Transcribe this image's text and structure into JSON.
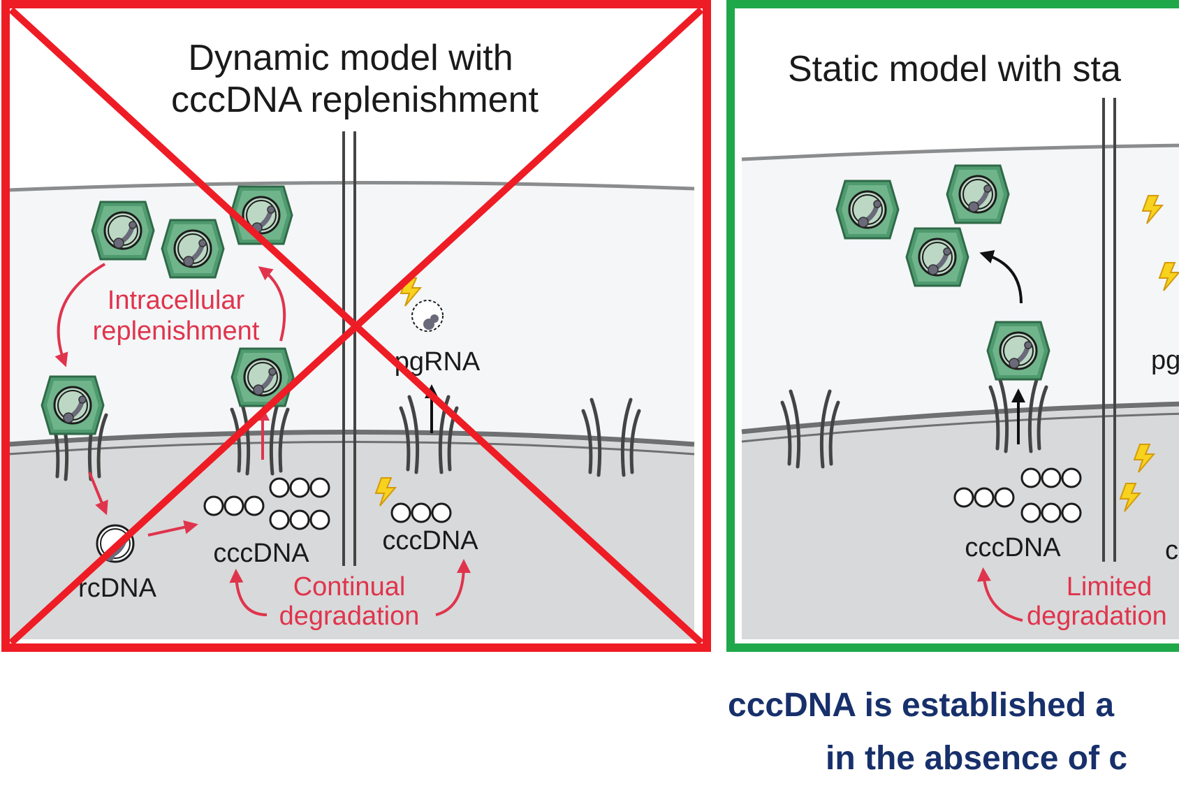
{
  "left_panel": {
    "title_line1": "Dynamic model with",
    "title_line2": "cccDNA replenishment",
    "label_intracellular": "Intracellular",
    "label_replenishment": "replenishment",
    "label_pgrna": "pgRNA",
    "label_cccdna_a": "cccDNA",
    "label_cccdna_b": "cccDNA",
    "label_rcdna": "rcDNA",
    "label_continual": "Continual",
    "label_degradation": "degradation",
    "frame_color": "#ee1c25",
    "crossed_out": true
  },
  "right_panel": {
    "title": "Static model with sta",
    "label_pgrna": "pg",
    "label_cccdna": "cccDNA",
    "label_cccdna_cut": "c",
    "label_limited": "Limited",
    "label_degradation": "degradation",
    "frame_color": "#1ea84a"
  },
  "caption": {
    "line1": "cccDNA is established a",
    "line2": "in the absence of c"
  },
  "colors": {
    "replenish_arrow": "#e0344c",
    "virion_green": "#4f9a6f",
    "virion_fill": "#bcd8c4",
    "nucleus": "#d8d9da",
    "cytoplasm": "#f4f6f8",
    "caption": "#17306b"
  }
}
